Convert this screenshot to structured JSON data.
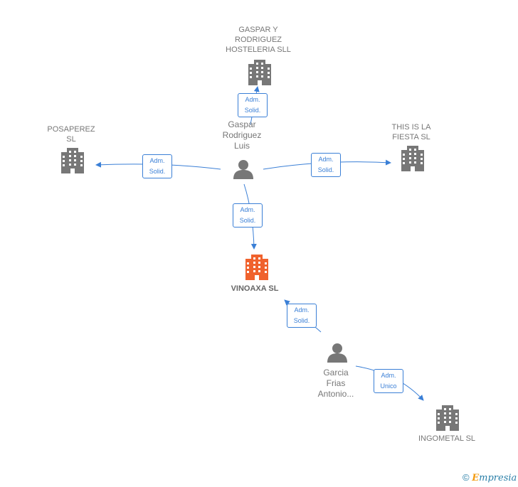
{
  "nodes": {
    "gaspar_hosteleria": {
      "label": "GASPAR Y\nRODRIGUEZ\nHOSTELERIA SLL",
      "type": "company"
    },
    "posaperez": {
      "label": "POSAPEREZ\nSL",
      "type": "company"
    },
    "this_is_la_fiesta": {
      "label": "THIS IS LA\nFIESTA  SL",
      "type": "company"
    },
    "gaspar_person": {
      "label": "Gaspar\nRodriguez\nLuis",
      "type": "person"
    },
    "vinoaxa": {
      "label": "VINOAXA  SL",
      "type": "company-main"
    },
    "garcia_person": {
      "label": "Garcia\nFrias\nAntonio...",
      "type": "person"
    },
    "ingometal": {
      "label": "INGOMETAL  SL",
      "type": "company"
    }
  },
  "edges": {
    "to_hosteleria": "Adm.\nSolid.",
    "to_posaperez": "Adm.\nSolid.",
    "to_fiesta": "Adm.\nSolid.",
    "to_vinoaxa_from_gaspar": "Adm.\nSolid.",
    "to_vinoaxa_from_garcia": "Adm.\nSolid.",
    "to_ingometal": "Adm.\nUnico"
  },
  "colors": {
    "edge": "#3a7fd6",
    "building": "#777777",
    "main_building": "#f0622d",
    "person": "#777777"
  },
  "footer": {
    "copyright": "©",
    "brand_initial": "E",
    "brand_rest": "mpresia"
  }
}
